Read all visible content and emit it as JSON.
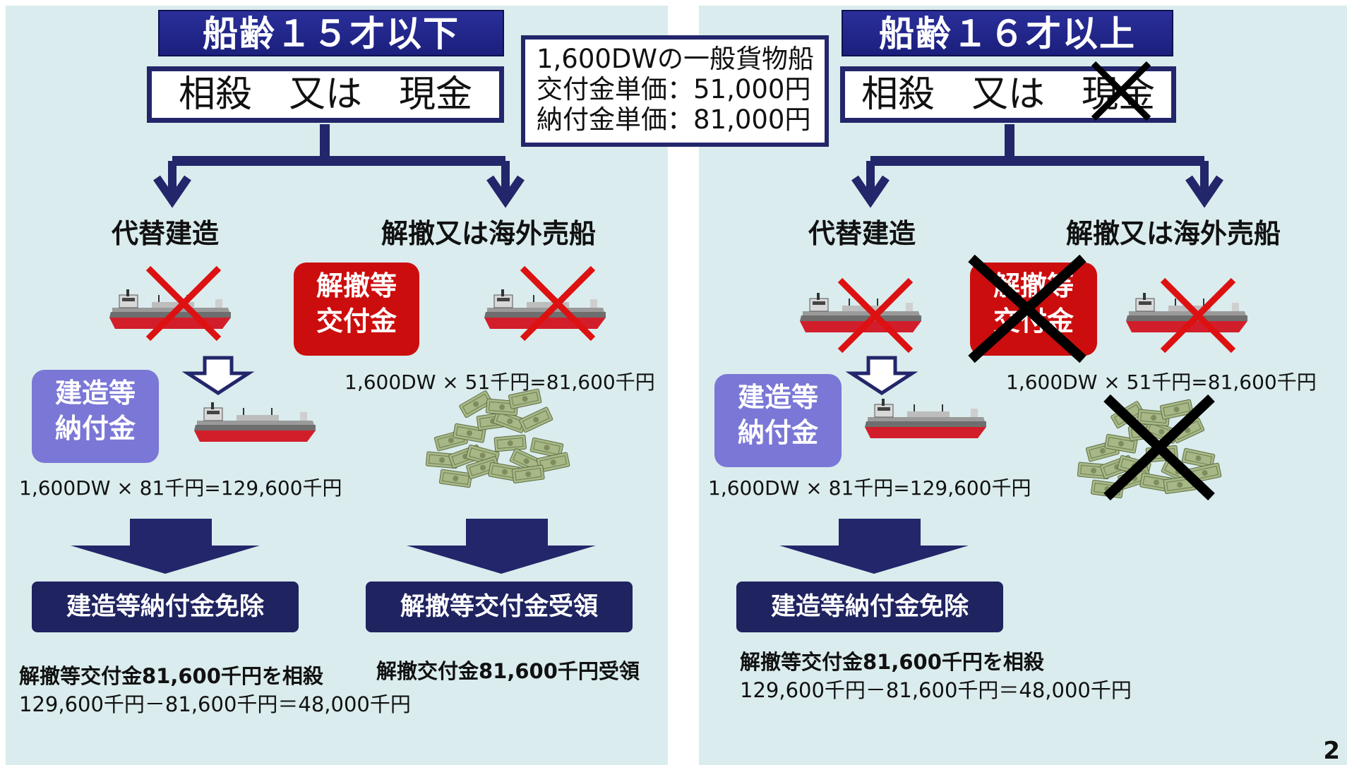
{
  "info": {
    "line1": "1,600DWの一般貨物船",
    "line2": "交付金単価：51,000円",
    "line3": "納付金単価：81,000円"
  },
  "left": {
    "title": "船齢１５才以下",
    "options": "相殺　又は　現金",
    "branch_a": "代替建造",
    "branch_b": "解撤又は海外売船",
    "badge_scrap": "解撤等\n交付金",
    "badge_build": "建造等\n納付金",
    "formula_scrap": "1,600DW × 51千円=81,600千円",
    "formula_build": "1,600DW × 81千円=129,600千円",
    "result_a": "建造等納付金免除",
    "result_b": "解撤等交付金受領",
    "note_a_bold": "解撤等交付金81,600千円を相殺",
    "note_a": "129,600千円－81,600千円＝48,000千円",
    "note_b_bold": "解撤交付金81,600千円受領"
  },
  "right": {
    "title": "船齢１６才以上",
    "options": "相殺　又は　現金",
    "branch_a": "代替建造",
    "branch_b": "解撤又は海外売船",
    "badge_scrap": "解撤等\n交付金",
    "badge_build": "建造等\n納付金",
    "formula_scrap": "1,600DW × 51千円=81,600千円",
    "formula_build": "1,600DW × 81千円=129,600千円",
    "result_a": "建造等納付金免除",
    "note_a_bold": "解撤等交付金81,600千円を相殺",
    "note_a": "129,600千円－81,600千円＝48,000千円"
  },
  "page_number": "2",
  "colors": {
    "panel_bg": "#daeced",
    "navy": "#23266a",
    "title_blue": "#1b1f7c",
    "badge_red": "#cc0d0d",
    "badge_purple": "#7a77d6",
    "cross_red": "#dd1111",
    "cross_black": "#000000"
  },
  "icons": [
    "ship-icon",
    "money-icon",
    "cross-icon",
    "down-arrow-icon"
  ]
}
